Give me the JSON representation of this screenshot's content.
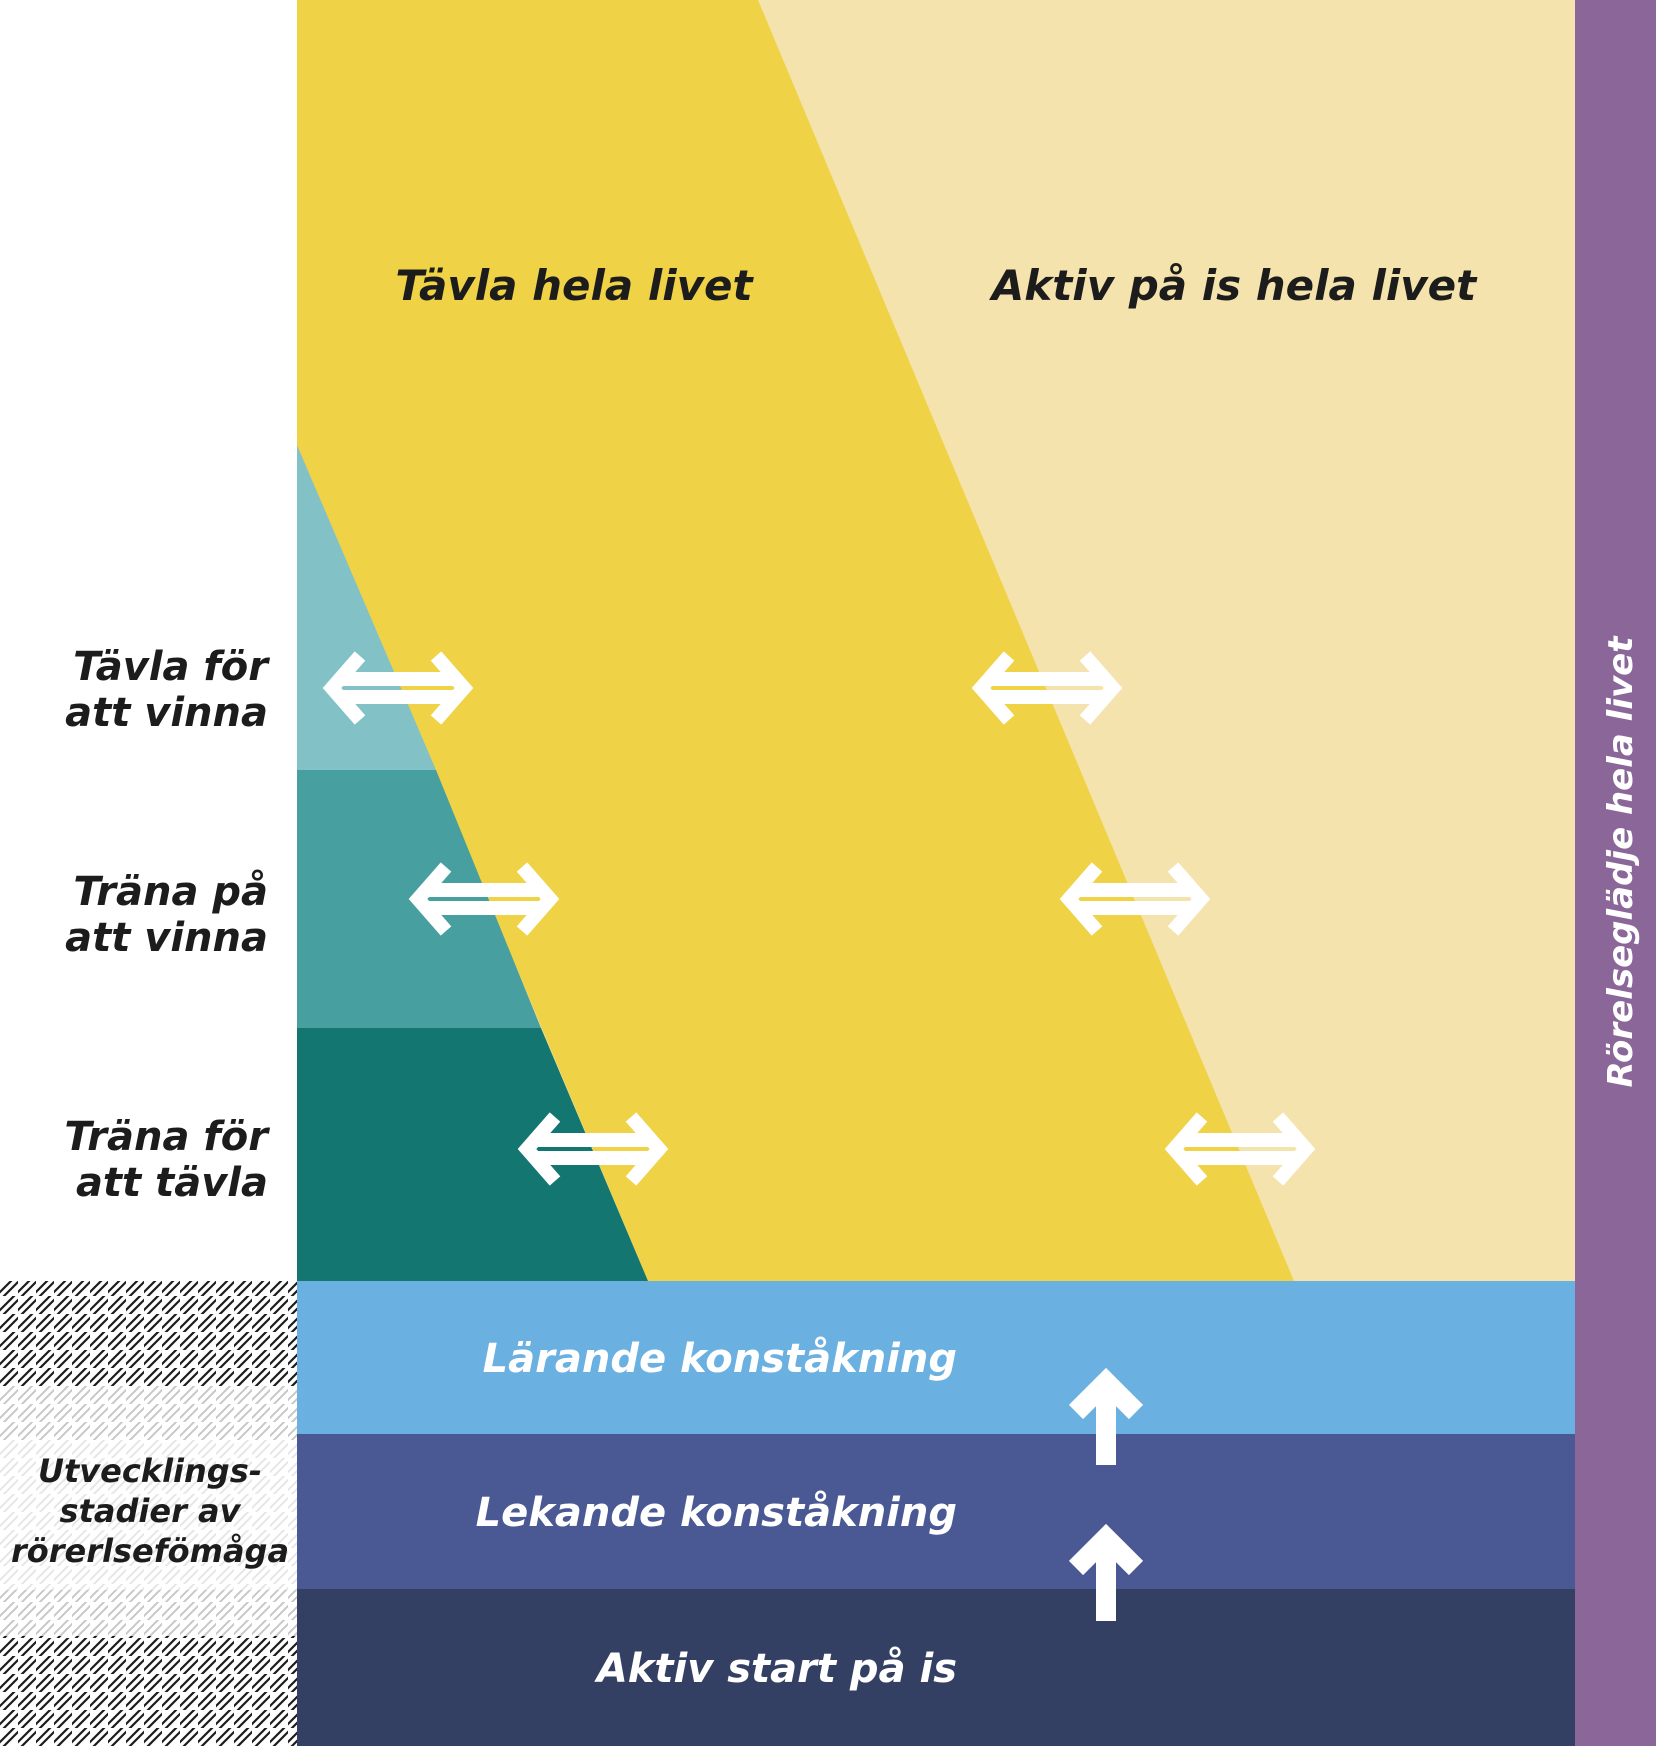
{
  "colors": {
    "yellow": "#F0D246",
    "light_yellow": "#F4E3AC",
    "purple": "#8A6699",
    "teal_light": "#82C1C6",
    "teal_mid": "#479F9F",
    "teal_dark": "#137670",
    "blue_light": "#6AB0E0",
    "blue_mid": "#4A5993",
    "navy": "#344063",
    "hatch": "#1c1c1c",
    "hatch_light": "#c8c8c8"
  },
  "top": {
    "compete_lifelong": "Tävla hela livet",
    "active_lifelong": "Aktiv på is hela livet"
  },
  "side_bar": {
    "label": "Rörelseglädje hela livet"
  },
  "stages": {
    "compete_to_win": [
      "Tävla för",
      "att vinna"
    ],
    "train_to_win": [
      "Träna på",
      "att vinna"
    ],
    "train_to_compete": [
      "Träna för",
      "att tävla"
    ]
  },
  "foundation": {
    "learning": "Lärande konståkning",
    "playing": "Lekande konståkning",
    "active_start": "Aktiv start på is"
  },
  "development": {
    "label_lines": [
      "Utvecklings-",
      "stadier av",
      "rörerlsefömåga"
    ]
  },
  "icons": {
    "bidirectional": "double-arrow-icon",
    "up": "up-arrow-icon"
  }
}
